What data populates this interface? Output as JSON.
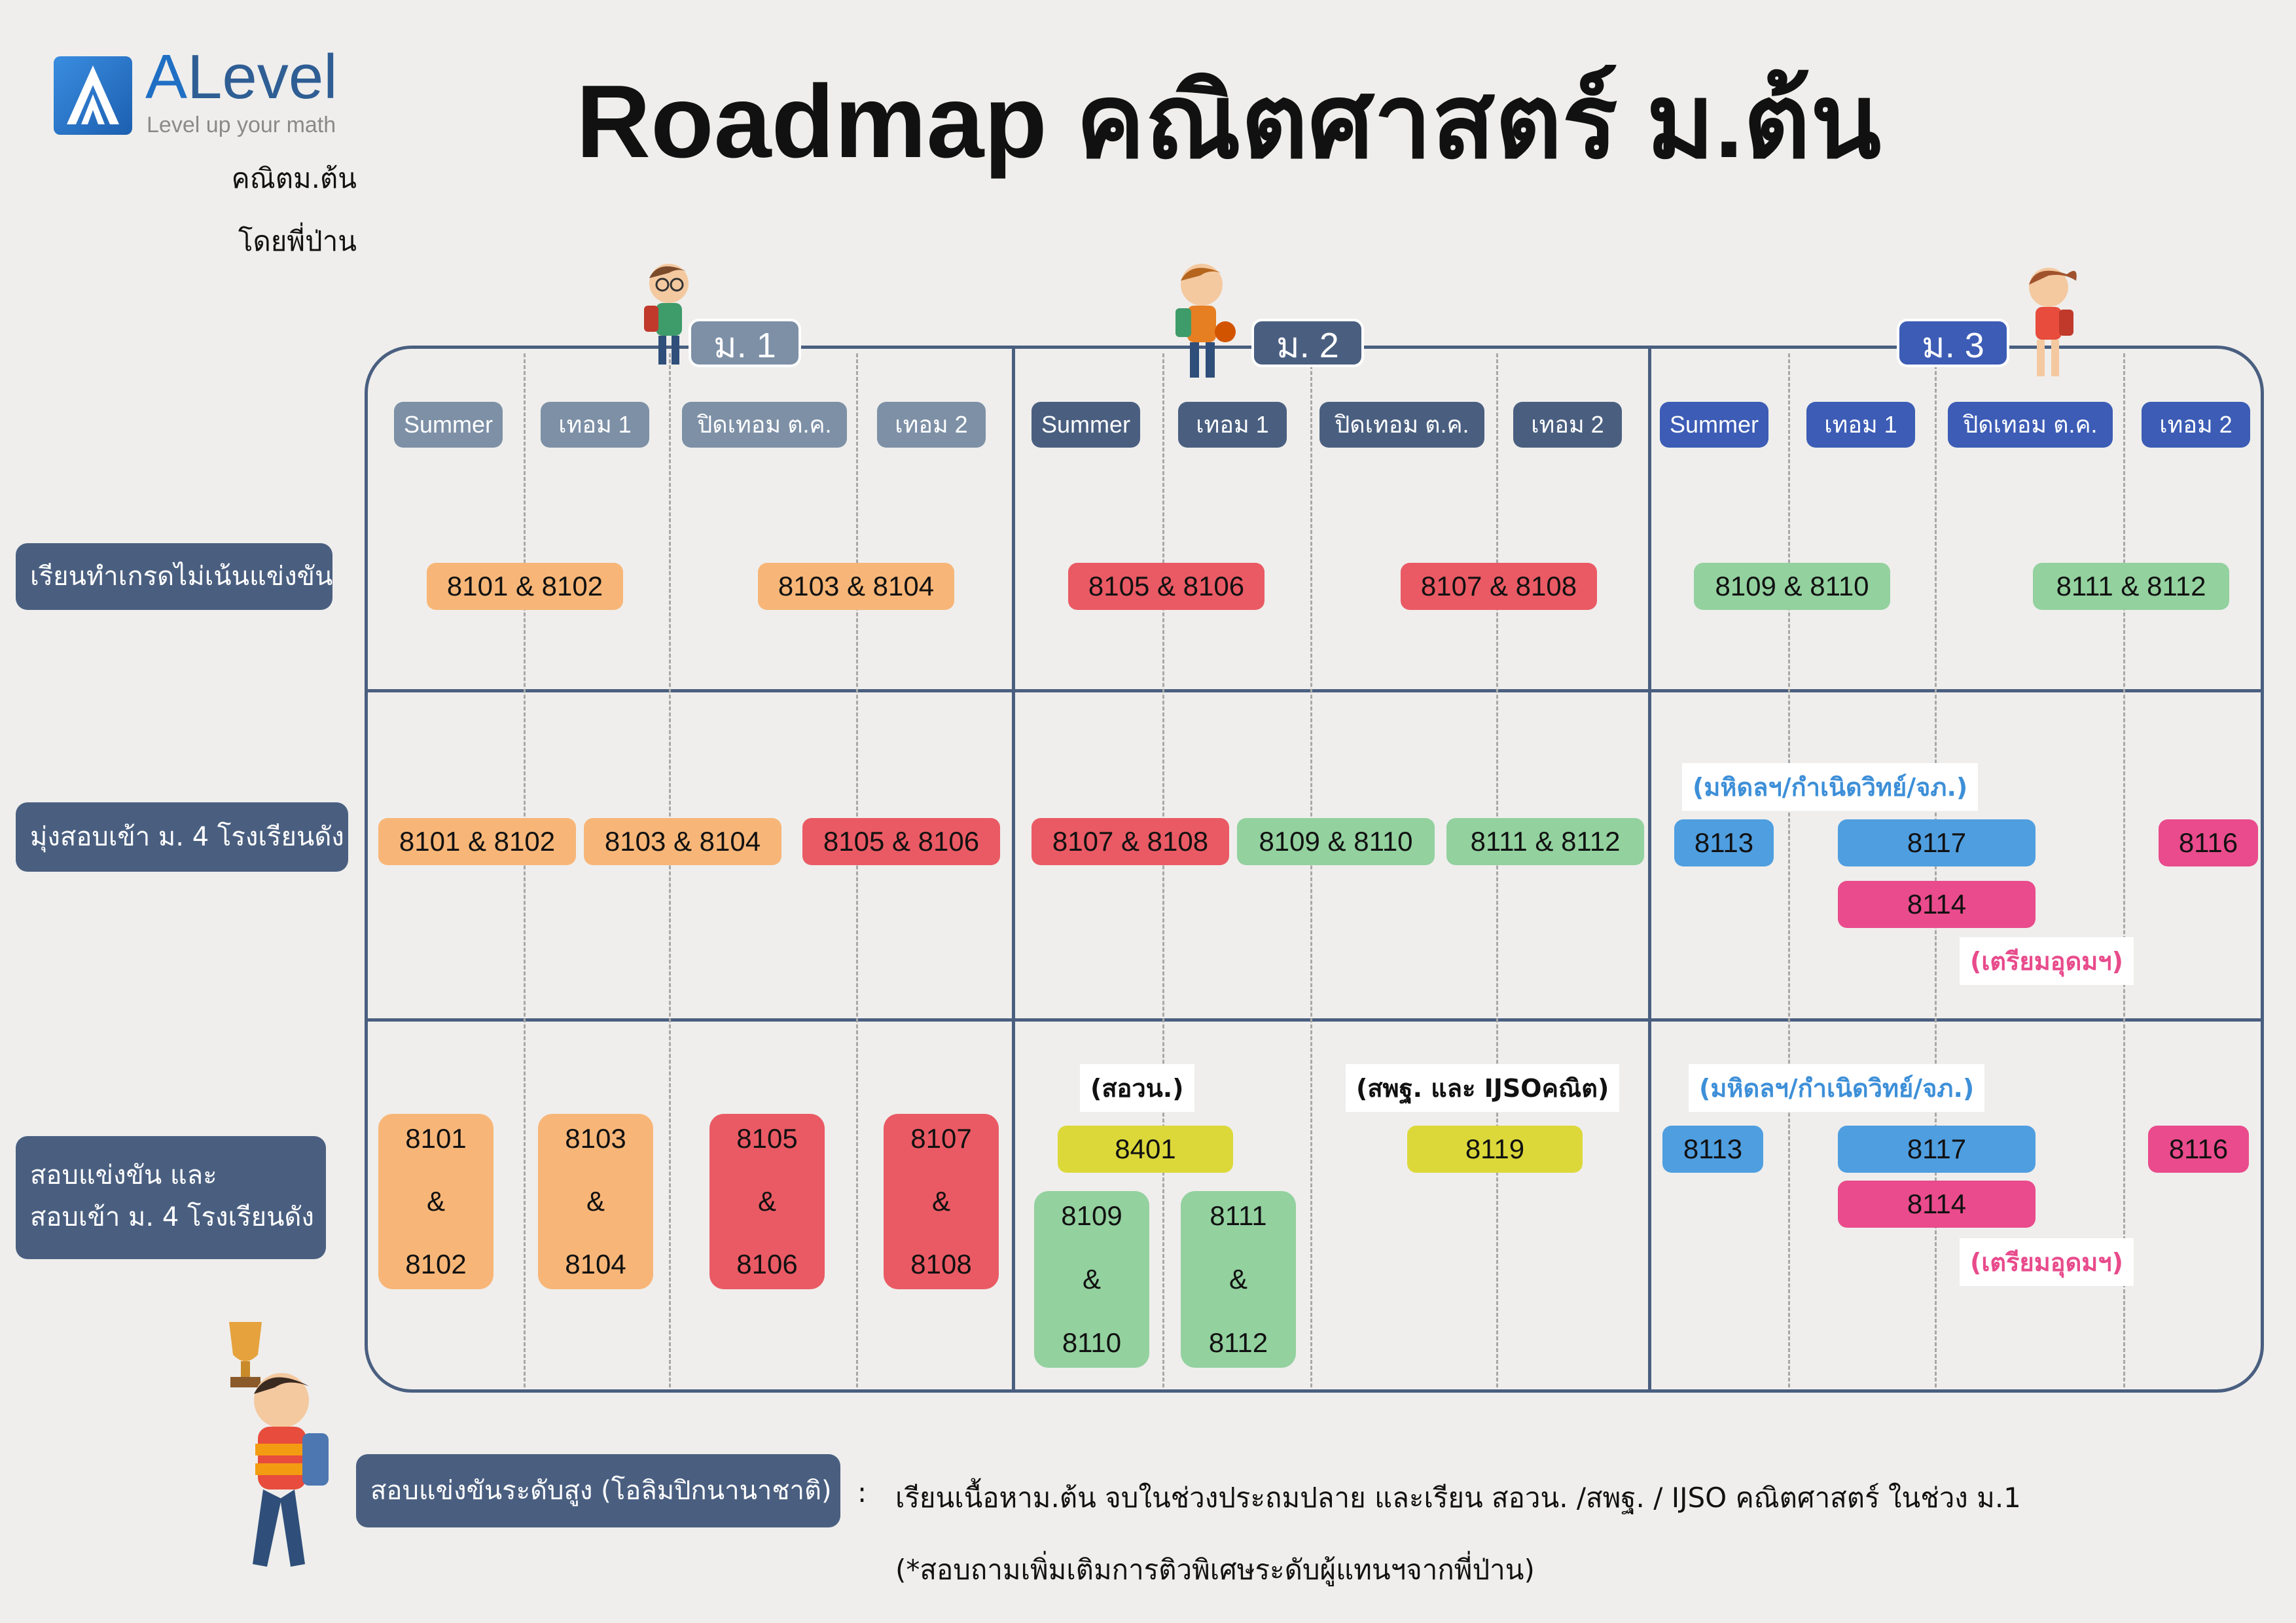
{
  "logo": {
    "brand_a": "A",
    "brand_rest": "Level",
    "tagline": "Level up your math"
  },
  "header": {
    "subtitle1": "คณิตม.ต้น",
    "subtitle2": "โดยพี่ป่าน",
    "title": "Roadmap คณิตศาสตร์ ม.ต้น"
  },
  "grades": [
    {
      "label": "ม. 1",
      "color": "#7d90a6"
    },
    {
      "label": "ม. 2",
      "color": "#4a5f80"
    },
    {
      "label": "ม. 3",
      "color": "#3c5cb5"
    }
  ],
  "periods": {
    "m1": [
      "Summer",
      "เทอม 1",
      "ปิดเทอม ต.ค.",
      "เทอม 2"
    ],
    "m2": [
      "Summer",
      "เทอม 1",
      "ปิดเทอม ต.ค.",
      "เทอม 2"
    ],
    "m3": [
      "Summer",
      "เทอม 1",
      "ปิดเทอม ต.ค.",
      "เทอม 2"
    ]
  },
  "rows": [
    {
      "label": "เรียนทำเกรดไม่เน้นแข่งขัน"
    },
    {
      "label": "มุ่งสอบเข้า ม. 4 โรงเรียนดัง"
    },
    {
      "label_line1": "สอบแข่งขัน และ",
      "label_line2": "สอบเข้า ม. 4 โรงเรียนดัง"
    }
  ],
  "row1": [
    "8101 & 8102",
    "8103 & 8104",
    "8105 & 8106",
    "8107 & 8108",
    "8109 & 8110",
    "8111 & 8112"
  ],
  "row2": {
    "pills": [
      "8101 & 8102",
      "8103 & 8104",
      "8105 & 8106",
      "8107 & 8108",
      "8109 & 8110",
      "8111 & 8112"
    ],
    "note_top": "(มหิดลฯ/กำเนิดวิทย์/จภ.)",
    "c8113": "8113",
    "c8117": "8117",
    "c8116": "8116",
    "c8114": "8114",
    "note_bottom": "(เตรียมอุดมฯ)"
  },
  "row3": {
    "boxes": [
      {
        "top": "8101",
        "amp": "&",
        "bottom": "8102"
      },
      {
        "top": "8103",
        "amp": "&",
        "bottom": "8104"
      },
      {
        "top": "8105",
        "amp": "&",
        "bottom": "8106"
      },
      {
        "top": "8107",
        "amp": "&",
        "bottom": "8108"
      },
      {
        "top": "8109",
        "amp": "&",
        "bottom": "8110"
      },
      {
        "top": "8111",
        "amp": "&",
        "bottom": "8112"
      }
    ],
    "note_sawon": "(สอวน.)",
    "c8401": "8401",
    "note_ijso": "(สพฐ. และ IJSOคณิต)",
    "c8119": "8119",
    "note_top": "(มหิดลฯ/กำเนิดวิทย์/จภ.)",
    "c8113": "8113",
    "c8117": "8117",
    "c8116": "8116",
    "c8114": "8114",
    "note_bottom": "(เตรียมอุดมฯ)"
  },
  "footer": {
    "label": "สอบแข่งขันระดับสูง (โอลิมปิกนานาชาติ)",
    "colon": ":",
    "line1": "เรียนเนื้อหาม.ต้น จบในช่วงประถมปลาย และเรียน สอวน. /สพฐ. / IJSO คณิตศาสตร์ ในช่วง ม.1",
    "line2": "(*สอบถามเพิ่มเติมการติวพิเศษระดับผู้แทนฯจากพี่ป่าน)"
  },
  "colors": {
    "board_line": "#4a5f80",
    "orange": "#f7b678",
    "red": "#ea5a64",
    "green": "#93d19f",
    "blue": "#4f9ee0",
    "pink": "#e94b8c",
    "yellow": "#dcd83a"
  }
}
